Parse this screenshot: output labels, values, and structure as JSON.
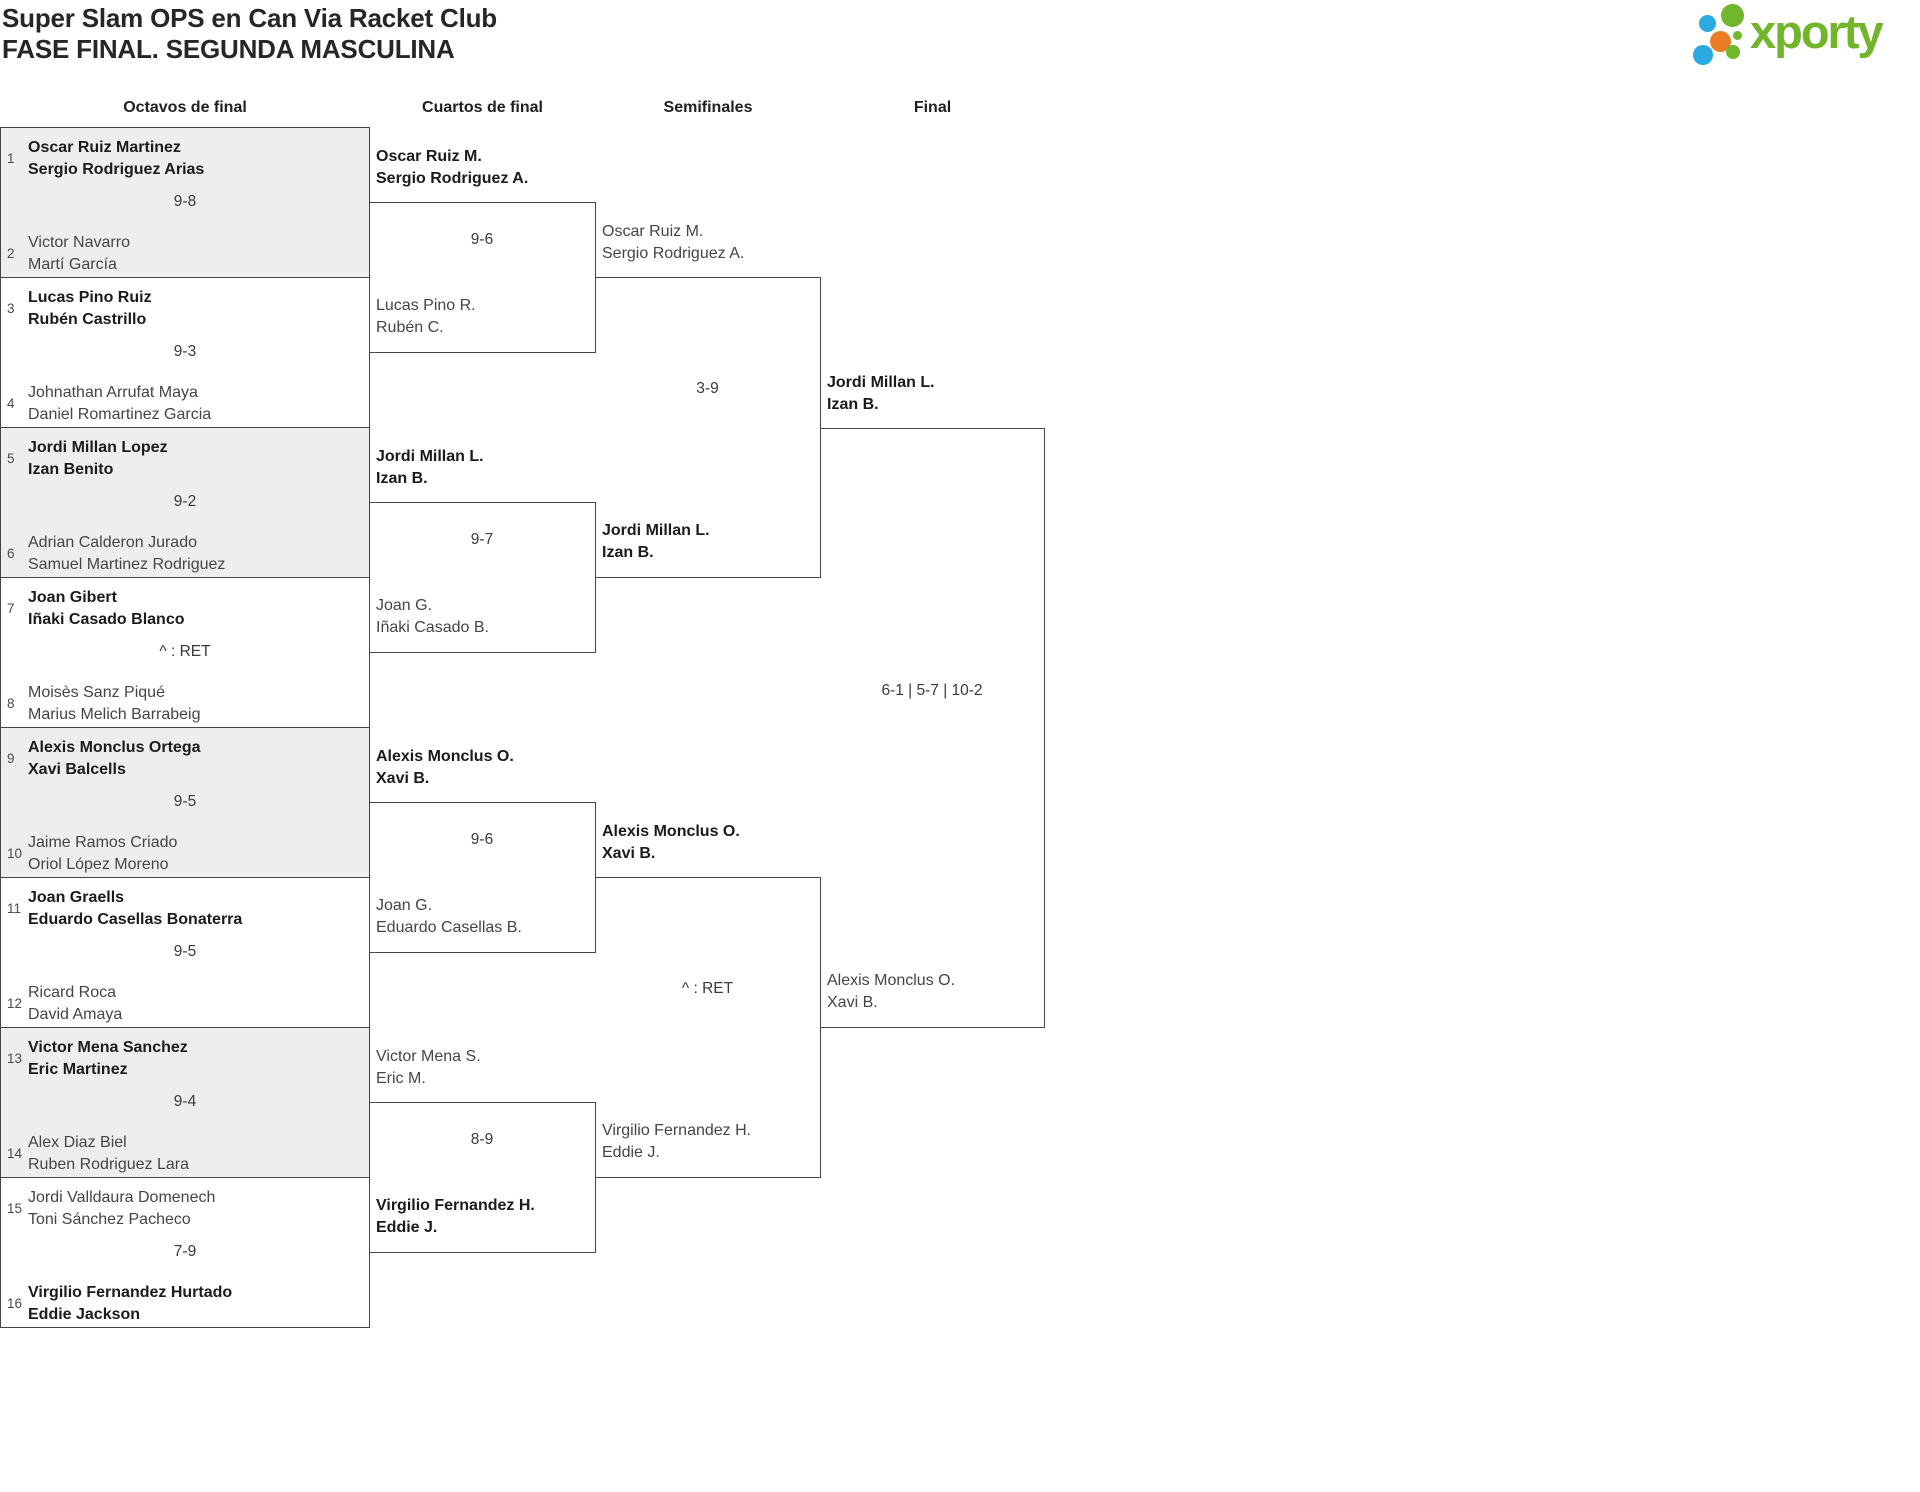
{
  "header": {
    "title_line1": "Super Slam OPS en Can Via Racket Club",
    "title_line2": "FASE FINAL. SEGUNDA MASCULINA",
    "logo_text": "xporty"
  },
  "colors": {
    "brand_green": "#72B62C",
    "brand_blue": "#2BA9E1",
    "brand_orange": "#EC7C26"
  },
  "round_headers": [
    "Octavos de final",
    "Cuartos de final",
    "Semifinales",
    "Final"
  ],
  "octavos": [
    {
      "seed_a": "1",
      "team_a": [
        "Oscar Ruiz Martinez",
        "Sergio Rodriguez Arias"
      ],
      "score": "9-8",
      "seed_b": "2",
      "team_b": [
        "Victor Navarro",
        "Martí García"
      ],
      "winner": "a"
    },
    {
      "seed_a": "3",
      "team_a": [
        "Lucas Pino Ruiz",
        "Rubén Castrillo"
      ],
      "score": "9-3",
      "seed_b": "4",
      "team_b": [
        "Johnathan Arrufat Maya",
        "Daniel Romartinez Garcia"
      ],
      "winner": "a"
    },
    {
      "seed_a": "5",
      "team_a": [
        "Jordi Millan Lopez",
        "Izan Benito"
      ],
      "score": "9-2",
      "seed_b": "6",
      "team_b": [
        "Adrian Calderon Jurado",
        "Samuel Martinez Rodriguez"
      ],
      "winner": "a"
    },
    {
      "seed_a": "7",
      "team_a": [
        "Joan Gibert",
        "Iñaki Casado Blanco"
      ],
      "score": "^ : RET",
      "seed_b": "8",
      "team_b": [
        "Moisès Sanz Piqué",
        "Marius Melich Barrabeig"
      ],
      "winner": "a"
    },
    {
      "seed_a": "9",
      "team_a": [
        "Alexis Monclus Ortega",
        "Xavi Balcells"
      ],
      "score": "9-5",
      "seed_b": "10",
      "team_b": [
        "Jaime Ramos Criado",
        "Oriol López Moreno"
      ],
      "winner": "a"
    },
    {
      "seed_a": "11",
      "team_a": [
        "Joan Graells",
        "Eduardo Casellas Bonaterra"
      ],
      "score": "9-5",
      "seed_b": "12",
      "team_b": [
        "Ricard Roca",
        "David Amaya"
      ],
      "winner": "a"
    },
    {
      "seed_a": "13",
      "team_a": [
        "Victor Mena Sanchez",
        "Eric Martinez"
      ],
      "score": "9-4",
      "seed_b": "14",
      "team_b": [
        "Alex Diaz Biel",
        "Ruben Rodriguez Lara"
      ],
      "winner": "a"
    },
    {
      "seed_a": "15",
      "team_a": [
        "Jordi Valldaura Domenech",
        "Toni Sánchez Pacheco"
      ],
      "score": "7-9",
      "seed_b": "16",
      "team_b": [
        "Virgilio Fernandez Hurtado",
        "Eddie Jackson"
      ],
      "winner": "b"
    }
  ],
  "cuartos": [
    {
      "team_a": [
        "Oscar Ruiz M.",
        "Sergio Rodriguez A."
      ],
      "score": "9-6",
      "team_b": [
        "Lucas Pino R.",
        "Rubén C."
      ],
      "winner": "a"
    },
    {
      "team_a": [
        "Jordi Millan L.",
        "Izan B."
      ],
      "score": "9-7",
      "team_b": [
        "Joan G.",
        "Iñaki Casado B."
      ],
      "winner": "a"
    },
    {
      "team_a": [
        "Alexis Monclus O.",
        "Xavi B."
      ],
      "score": "9-6",
      "team_b": [
        "Joan G.",
        "Eduardo Casellas B."
      ],
      "winner": "a"
    },
    {
      "team_a": [
        "Victor Mena S.",
        "Eric M."
      ],
      "score": "8-9",
      "team_b": [
        "Virgilio Fernandez H.",
        "Eddie J."
      ],
      "winner": "b"
    }
  ],
  "semifinales": [
    {
      "team_a": [
        "Oscar Ruiz M.",
        "Sergio Rodriguez A."
      ],
      "score": "3-9",
      "team_b": [
        "Jordi Millan L.",
        "Izan B."
      ],
      "winner": "b"
    },
    {
      "team_a": [
        "Alexis Monclus O.",
        "Xavi B."
      ],
      "score": "^ : RET",
      "team_b": [
        "Virgilio Fernandez H.",
        "Eddie J."
      ],
      "winner": "a"
    }
  ],
  "final": {
    "team_a": [
      "Jordi Millan L.",
      "Izan B."
    ],
    "score": "6-1 | 5-7 | 10-2",
    "team_b": [
      "Alexis Monclus O.",
      "Xavi B."
    ],
    "winner": "a"
  }
}
